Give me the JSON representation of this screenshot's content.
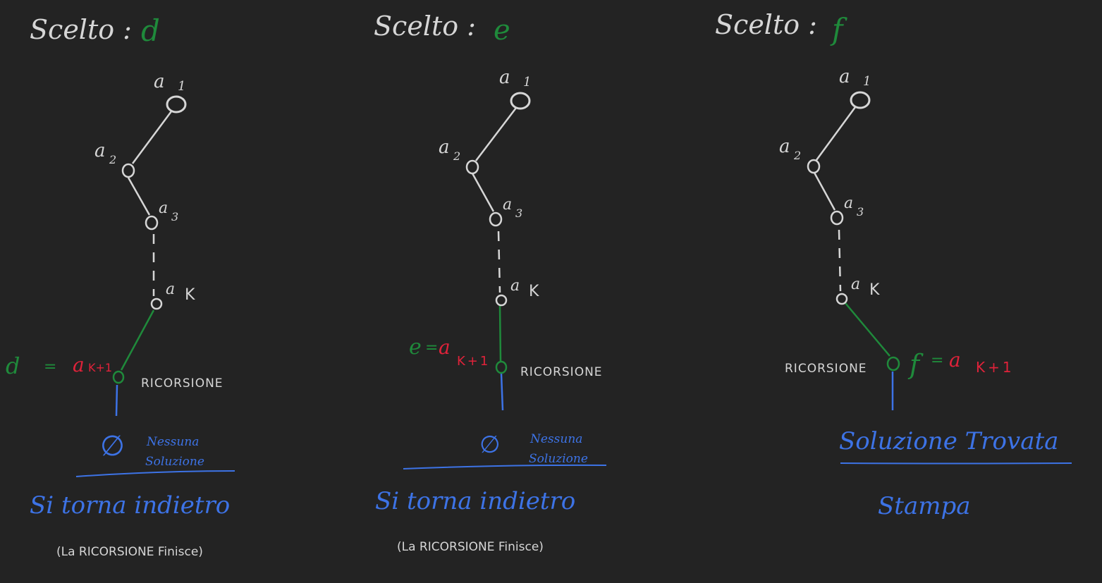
{
  "colors": {
    "background": "#232323",
    "chalk": "#d6d6d6",
    "choice": "#1f8a3b",
    "next_node": "#e0223a",
    "outcome": "#3d73e6"
  },
  "panels": [
    {
      "title": "Scelto :",
      "choice": "d",
      "nodes": {
        "a1": "a",
        "a1_sub": "1",
        "a2": "a",
        "a2_sub": "2",
        "a3": "a",
        "a3_sub": "3",
        "ak": "a",
        "ak_sub": "K"
      },
      "assign": {
        "var": "d",
        "eq": "=",
        "a": "a",
        "sub": "K+1"
      },
      "recursion_label": "RICORSIONE",
      "empty_symbol": "∅",
      "outcome_line1": "Nessuna",
      "outcome_line2": "Soluzione",
      "result": "Si torna indietro",
      "note": "(La RICORSIONE Finisce)"
    },
    {
      "title": "Scelto :",
      "choice": "e",
      "nodes": {
        "a1": "a",
        "a1_sub": "1",
        "a2": "a",
        "a2_sub": "2",
        "a3": "a",
        "a3_sub": "3",
        "ak": "a",
        "ak_sub": "K"
      },
      "assign": {
        "var": "e",
        "eq": "=",
        "a": "a",
        "sub": "K+1"
      },
      "recursion_label": "RICORSIONE",
      "empty_symbol": "∅",
      "outcome_line1": "Nessuna",
      "outcome_line2": "Soluzione",
      "result": "Si torna indietro",
      "note": "(La RICORSIONE Finisce)"
    },
    {
      "title": "Scelto :",
      "choice": "f",
      "nodes": {
        "a1": "a",
        "a1_sub": "1",
        "a2": "a",
        "a2_sub": "2",
        "a3": "a",
        "a3_sub": "3",
        "ak": "a",
        "ak_sub": "K"
      },
      "assign": {
        "var": "f",
        "eq": "=",
        "a": "a",
        "sub": "K+1"
      },
      "recursion_label": "RICORSIONE",
      "outcome": "Soluzione Trovata",
      "result": "Stampa"
    }
  ]
}
